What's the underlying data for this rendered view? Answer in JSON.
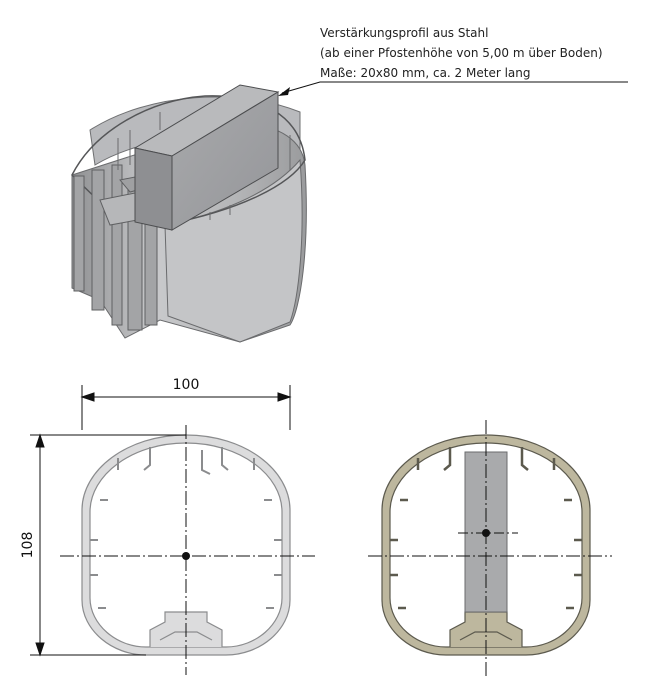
{
  "annotation": {
    "lines": [
      "Verstärkungsprofil aus Stahl",
      "(ab einer Pfostenhöhe von 5,00 m über Boden)",
      "Maße: 20x80 mm, ca. 2 Meter lang"
    ]
  },
  "dimensions": {
    "width_label": "100",
    "height_label": "108"
  },
  "colors": {
    "profile_light": "#c9cacb",
    "profile_bronze": "#bdb79e",
    "steel_insert": "#a9aaac",
    "line": "#111111"
  }
}
